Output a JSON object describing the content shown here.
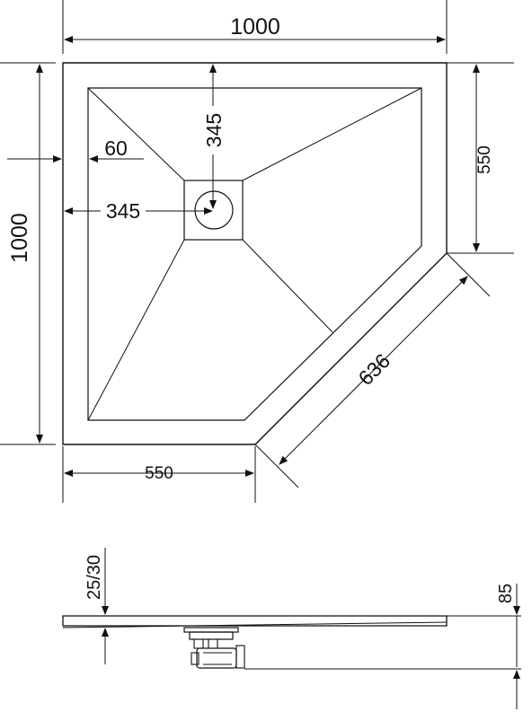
{
  "diagram": {
    "dimensions": {
      "top_width": "1000",
      "left_height": "1000",
      "right_side": "550",
      "bottom_side": "550",
      "diagonal": "636",
      "drain_from_top": "345",
      "drain_from_left": "345",
      "border_inset": "60",
      "side_thickness": "25/30",
      "side_total_height": "85"
    },
    "colors": {
      "line": "#111111",
      "background": "#ffffff"
    }
  }
}
